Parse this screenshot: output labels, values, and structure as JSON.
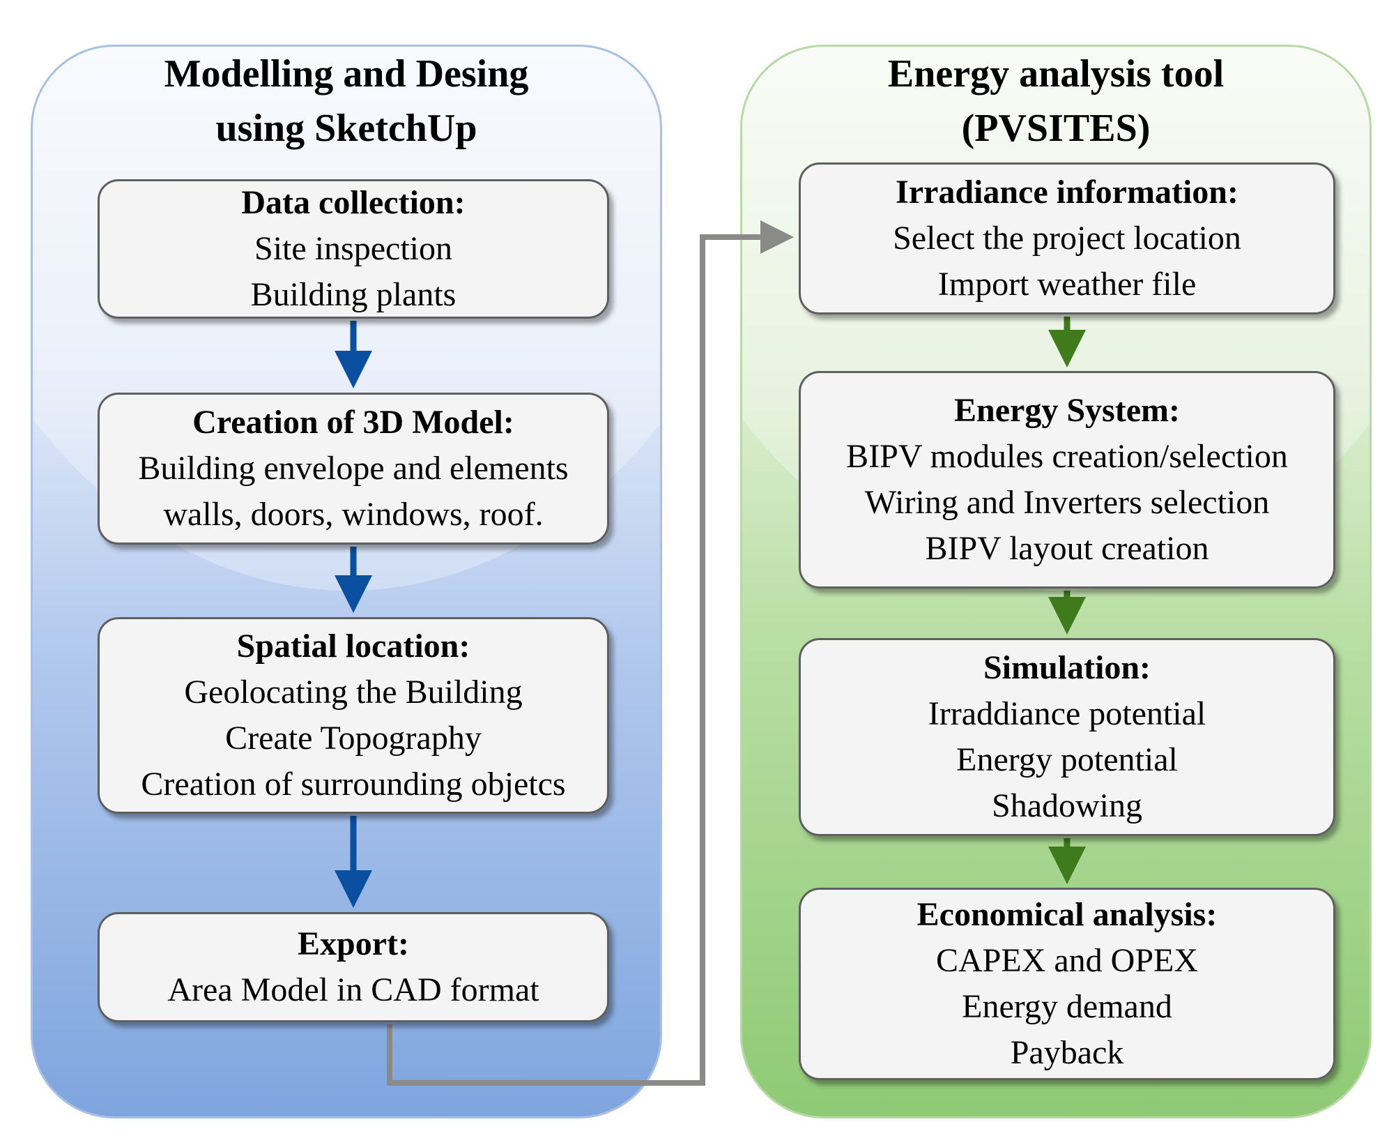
{
  "left_panel": {
    "title_line1": "Modelling and Desing",
    "title_line2": "using SketchUp",
    "color": "#7fa5de",
    "boxes": [
      {
        "heading": "Data collection:",
        "lines": [
          "Site inspection",
          "Building plants"
        ]
      },
      {
        "heading": "Creation of 3D Model:",
        "lines": [
          "Building envelope and elements",
          "walls, doors, windows, roof."
        ]
      },
      {
        "heading": "Spatial location:",
        "lines": [
          "Geolocating the Building",
          "Create Topography",
          "Creation of surrounding objetcs"
        ]
      },
      {
        "heading": "Export:",
        "lines": [
          "Area Model in CAD format"
        ]
      }
    ]
  },
  "right_panel": {
    "title_line1": "Energy analysis tool",
    "title_line2": "(PVSITES)",
    "color": "#8fca75",
    "boxes": [
      {
        "heading": "Irradiance information:",
        "lines": [
          "Select the project location",
          "Import weather file"
        ]
      },
      {
        "heading": "Energy System:",
        "lines": [
          "BIPV modules creation/selection",
          "Wiring and Inverters selection",
          "BIPV layout creation"
        ]
      },
      {
        "heading": "Simulation:",
        "lines": [
          "Irraddiance potential",
          "Energy potential",
          "Shadowing"
        ]
      },
      {
        "heading": "Economical analysis:",
        "lines": [
          "CAPEX and  OPEX",
          "Energy demand",
          "Payback"
        ]
      }
    ]
  },
  "colors": {
    "left_arrow": "#0a4fa0",
    "right_arrow": "#3f7a1c",
    "link_arrow": "#8a8a88"
  }
}
